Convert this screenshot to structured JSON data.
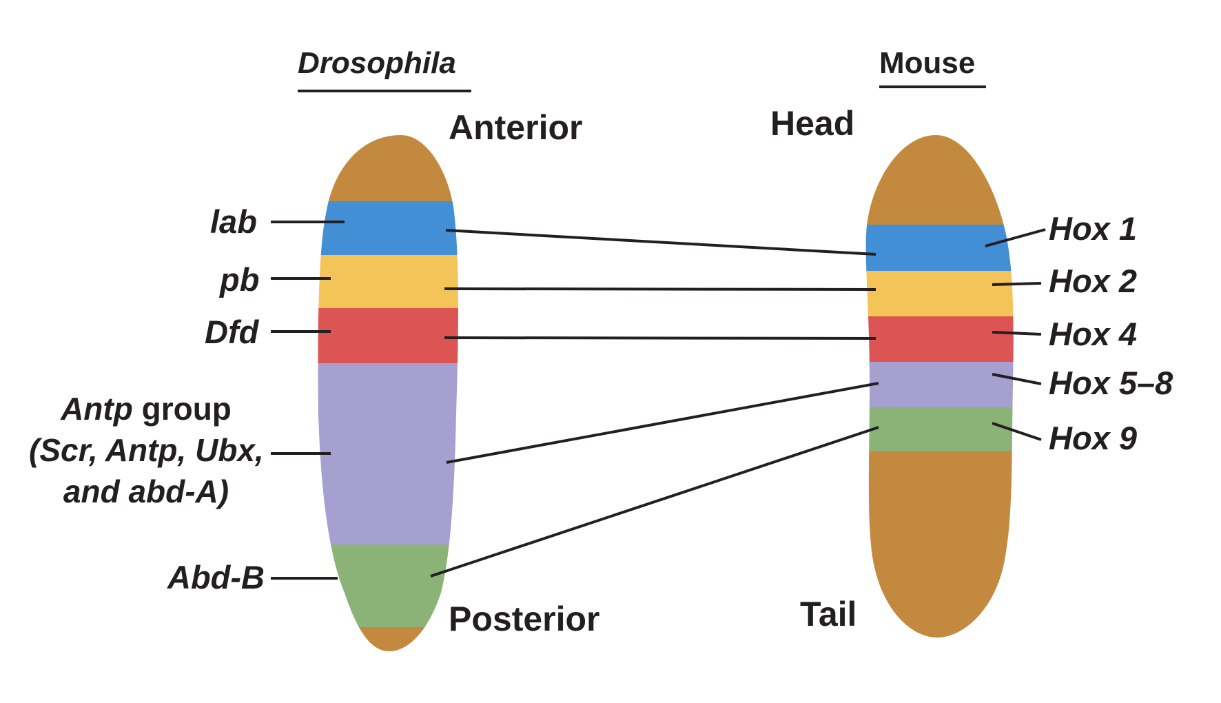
{
  "species": {
    "left": "Drosophila",
    "right": "Mouse"
  },
  "orientation": {
    "anterior": "Anterior",
    "posterior": "Posterior",
    "head": "Head",
    "tail": "Tail"
  },
  "drosophila_genes": {
    "lab": "lab",
    "pb": "pb",
    "dfd": "Dfd",
    "antp_group_line1_italic": "Antp",
    "antp_group_line1_rest": " group",
    "antp_group_line2": "(Scr, Antp, Ubx,",
    "antp_group_line3": "and abd-A)",
    "abdb": "Abd-B"
  },
  "mouse_genes": {
    "hox1": "Hox 1",
    "hox2": "Hox 2",
    "hox4": "Hox 4",
    "hox5_8": "Hox 5–8",
    "hox9": "Hox 9"
  },
  "colors": {
    "brown": "#c38a3f",
    "blue": "#438fd5",
    "yellow": "#f3c457",
    "red": "#dd5455",
    "lavender": "#a6a0d0",
    "green": "#8bb378",
    "ink": "#231f20"
  }
}
